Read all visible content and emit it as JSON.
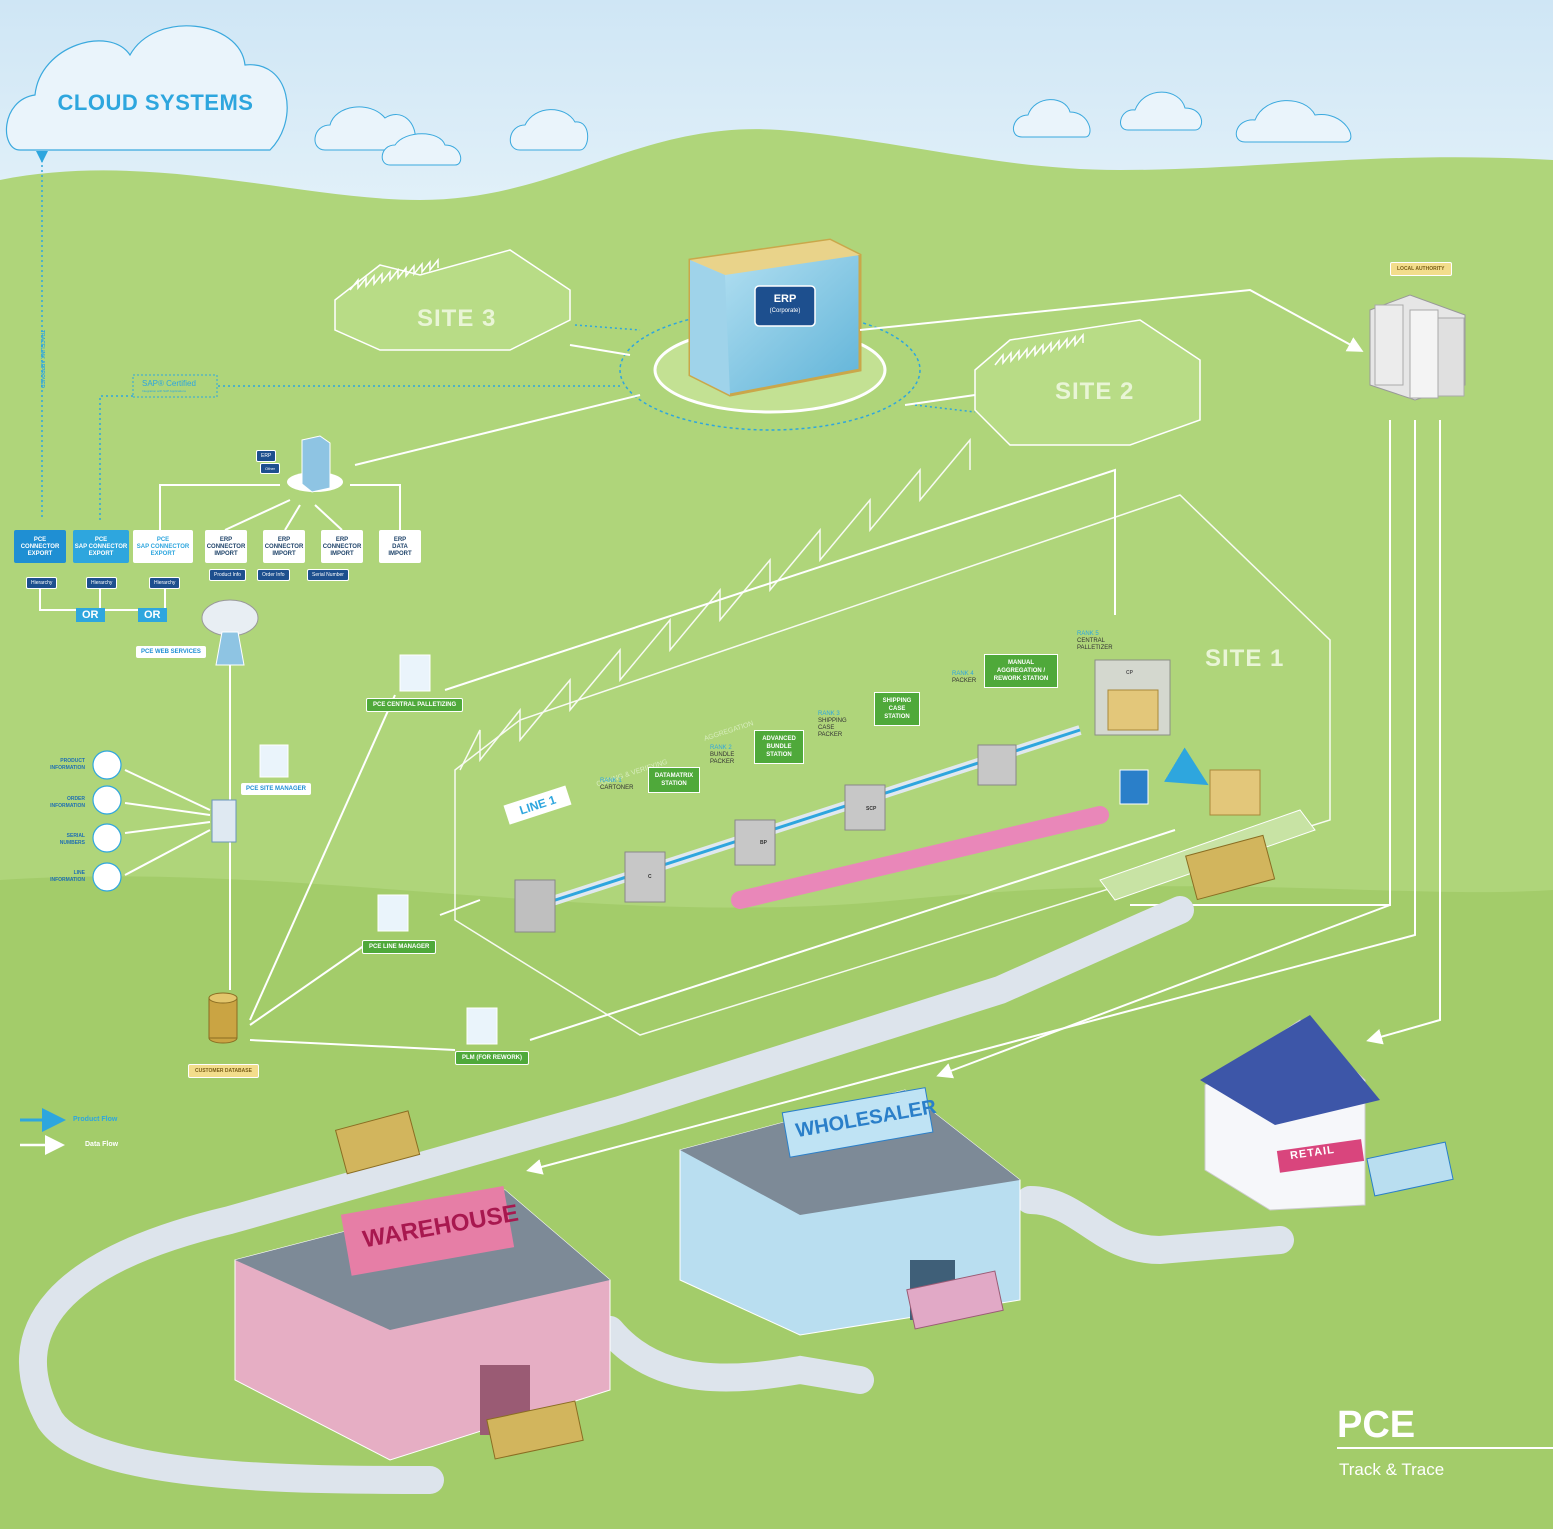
{
  "cloud": {
    "title": "CLOUD SYSTEMS"
  },
  "sites": {
    "site3": "SITE 3",
    "site2": "SITE 2",
    "site1": "SITE 1"
  },
  "erp": {
    "title": "ERP",
    "subtitle": "(Corporate)"
  },
  "local_authority": "LOCAL AUTHORITY",
  "sap_certified": {
    "main": "SAP® Certified",
    "sub": "Integration with SAP Applications"
  },
  "tracelink": "TRACELINK APPROVED",
  "erp_small": {
    "title": "ERP",
    "sub": "Other"
  },
  "connectors": [
    {
      "l1": "PCE",
      "l2": "CONNECTOR",
      "l3": "EXPORT"
    },
    {
      "l1": "PCE",
      "l2": "SAP CONNECTOR",
      "l3": "EXPORT"
    },
    {
      "l1": "PCE",
      "l2": "SAP CONNECTOR",
      "l3": "EXPORT"
    },
    {
      "l1": "ERP",
      "l2": "CONNECTOR",
      "l3": "IMPORT"
    },
    {
      "l1": "ERP",
      "l2": "CONNECTOR",
      "l3": "IMPORT"
    },
    {
      "l1": "ERP",
      "l2": "CONNECTOR",
      "l3": "IMPORT"
    },
    {
      "l1": "ERP",
      "l2": "DATA",
      "l3": "IMPORT"
    }
  ],
  "hierarchy_tags": [
    "Hierarchy",
    "Hierarchy",
    "Hierarchy"
  ],
  "info_tags": [
    "Product Info",
    "Order Info",
    "Serial Number"
  ],
  "or_label": "OR",
  "web_services": "PCE WEB SERVICES",
  "site_manager": "PCE SITE MANAGER",
  "central_palletizing": "PCE CENTRAL PALLETIZING",
  "line_manager": "PCE LINE MANAGER",
  "plm": "PLM (FOR REWORK)",
  "customer_db": "CUSTOMER DATABASE",
  "info_items": [
    {
      "l1": "PRODUCT",
      "l2": "INFORMATION"
    },
    {
      "l1": "ORDER",
      "l2": "INFORMATION"
    },
    {
      "l1": "SERIAL",
      "l2": "NUMBERS"
    },
    {
      "l1": "LINE",
      "l2": "INFORMATION"
    }
  ],
  "line1": "LINE 1",
  "zones": {
    "coding": "CODING & VERIFYING",
    "aggregation": "AGGREGATION"
  },
  "ranks": [
    {
      "rank": "RANK 1",
      "name": "CARTONER"
    },
    {
      "rank": "RANK 2",
      "name": "BUNDLE PACKER"
    },
    {
      "rank": "RANK 3",
      "name": "SHIPPING CASE PACKER"
    },
    {
      "rank": "RANK 4",
      "name": "PACKER"
    },
    {
      "rank": "RANK 5",
      "name": "CENTRAL PALLETIZER"
    }
  ],
  "stations": {
    "datamatrix": "DATAMATRIX STATION",
    "bundle": "ADVANCED BUNDLE STATION",
    "shipping": "SHIPPING CASE STATION",
    "manual": "MANUAL AGGREGATION / REWORK STATION"
  },
  "machines": {
    "c": "C",
    "bp": "BP",
    "scp": "SCP",
    "cp": "CP"
  },
  "buildings": {
    "warehouse": "WAREHOUSE",
    "wholesaler": "WHOLESALER",
    "retail": "RETAIL"
  },
  "legend": {
    "product_flow": "Product Flow",
    "data_flow": "Data Flow"
  },
  "logo": {
    "title": "PCE",
    "subtitle": "Track & Trace"
  },
  "colors": {
    "sky": "#d9ecf7",
    "grass": "#a7cf6f",
    "flow_blue": "#2ea6de",
    "green_tag": "#4fa93a",
    "pink": "#e987b9"
  }
}
